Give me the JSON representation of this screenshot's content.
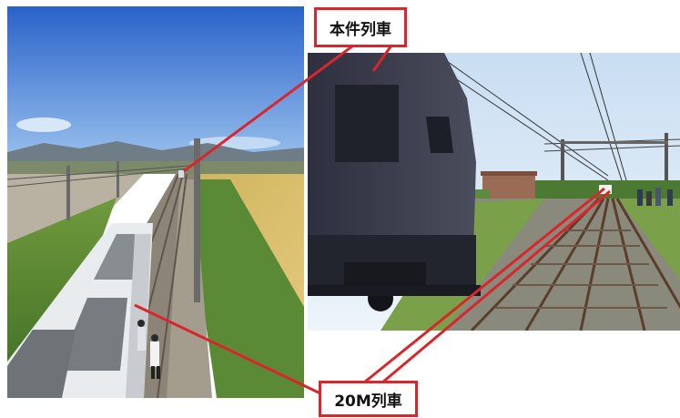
{
  "labels": {
    "top": "本件列車",
    "bottom": "20M列車"
  },
  "colors": {
    "callout_red": "#d9262c",
    "sky_left": "#2f6fd0",
    "sky_right": "#d9e8f7",
    "train_gray": "#3e4150"
  },
  "photos": {
    "left": "aerial-view-train-on-track",
    "right": "ground-view-train-and-tracks"
  }
}
